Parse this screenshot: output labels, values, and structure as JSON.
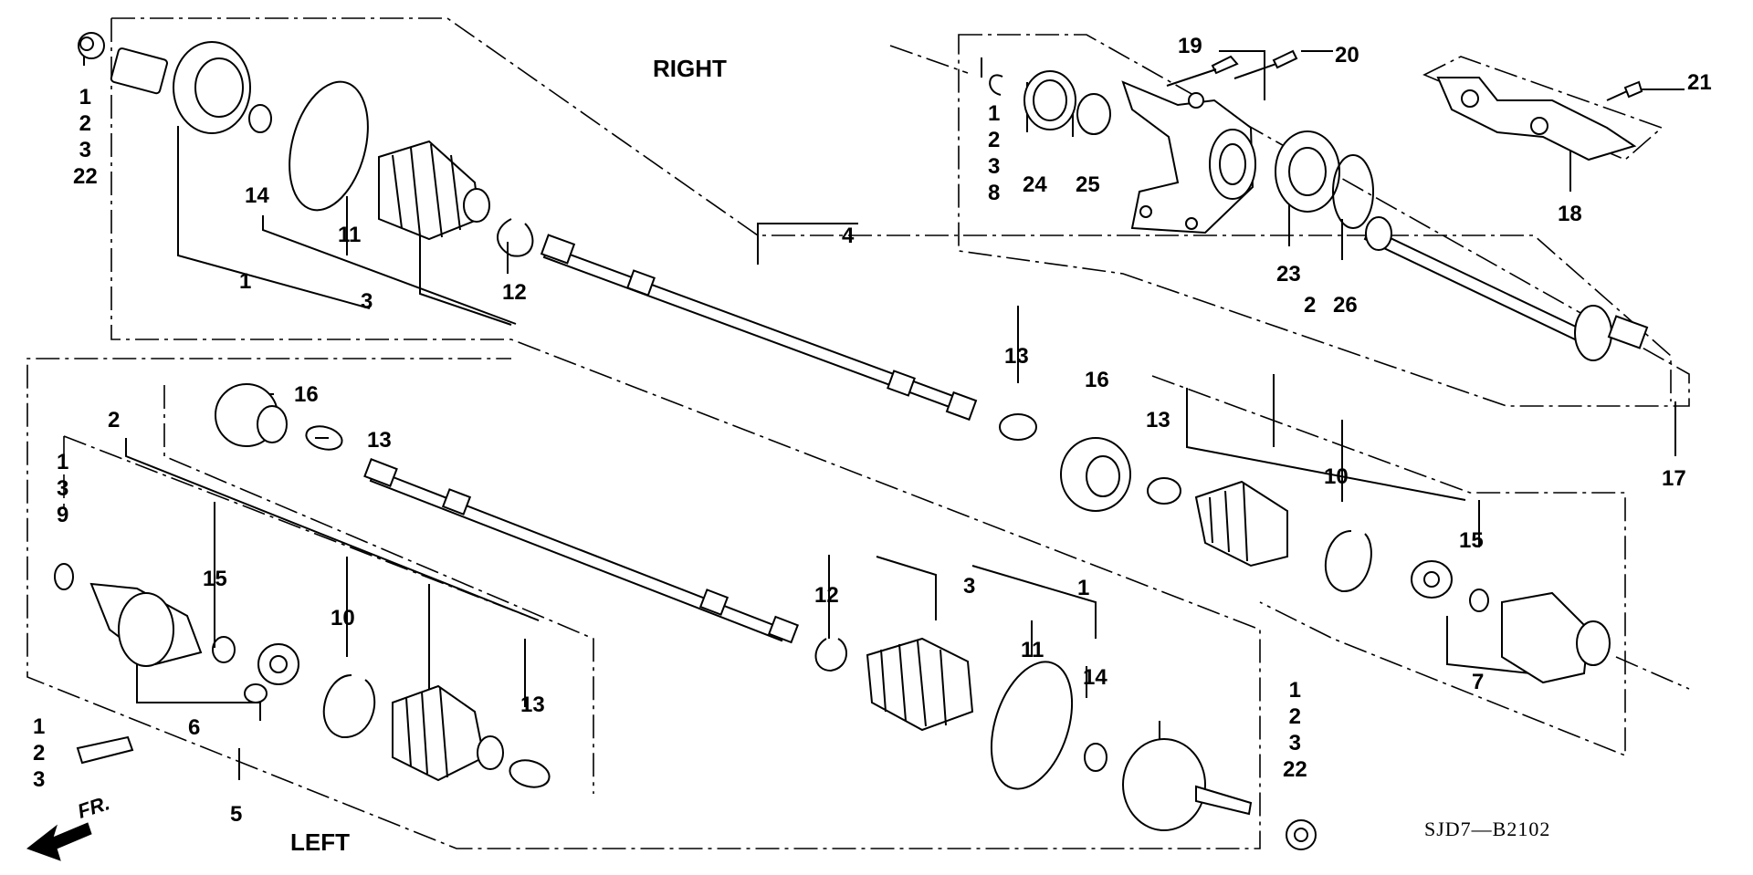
{
  "diagram": {
    "side_right": "RIGHT",
    "side_left": "LEFT",
    "catalog_code": "SJD7—B2102",
    "forward_label": "FR.",
    "labels": {
      "n1a": "1",
      "n3a": "3",
      "n4": "4",
      "n11a": "11",
      "n12a": "12",
      "n14a": "14",
      "n24": "24",
      "n25": "25",
      "n19": "19",
      "n20": "20",
      "n21": "21",
      "n18": "18",
      "n23": "23",
      "n26": "26",
      "n17": "17",
      "n13a": "13",
      "n13b": "13",
      "n13c": "13",
      "n13d": "13",
      "n16a": "16",
      "n16b": "16",
      "n2a": "2",
      "n2b": "2",
      "n10a": "10",
      "n10b": "10",
      "n15a": "15",
      "n15b": "15",
      "n6": "6",
      "n5": "5",
      "n7": "7",
      "n12b": "12",
      "n3b": "3",
      "n1b": "1",
      "n11b": "11",
      "n14b": "14"
    },
    "stacks": {
      "top_left": [
        "1",
        "2",
        "3",
        "22"
      ],
      "top_mid": [
        "1",
        "2",
        "3",
        "8"
      ],
      "left_mid": [
        "1",
        "3",
        "9"
      ],
      "bottom_left": [
        "1",
        "2",
        "3"
      ],
      "bottom_right": [
        "1",
        "2",
        "3",
        "22"
      ]
    }
  }
}
